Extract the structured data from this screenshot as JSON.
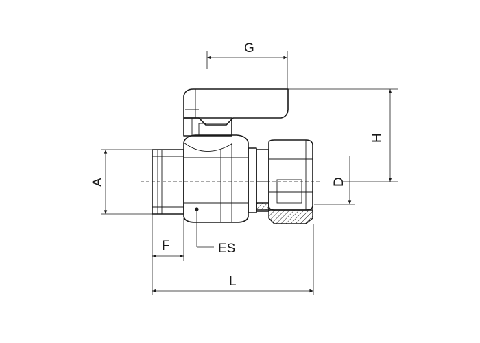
{
  "labels": {
    "G": "G",
    "H": "H",
    "A": "A",
    "D": "D",
    "F": "F",
    "ES": "ES",
    "L": "L"
  }
}
